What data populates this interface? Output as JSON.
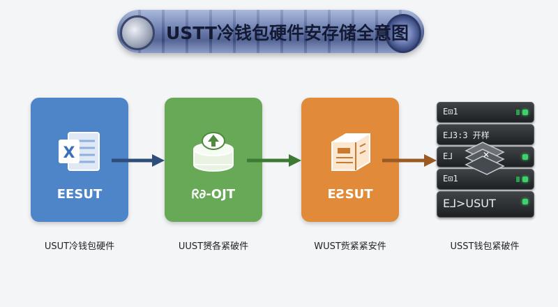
{
  "banner": {
    "title": "USTT冷钱包硬件安存储全意图"
  },
  "cards": [
    {
      "label": "EESUT",
      "caption": "USUT冷钱包硬件",
      "color": "#4e85c9"
    },
    {
      "label": "ᖇ∂-OJT",
      "caption": "UUST赟各紧破件",
      "color": "#67a957"
    },
    {
      "label": "EƧSUT",
      "caption": "WUST赀紧紧安件",
      "color": "#e08a3a"
    },
    {
      "label": "",
      "caption": "USST钱包紧破件",
      "color": "#2b2f33"
    }
  ],
  "server": {
    "slots": [
      "E⊡1",
      "E⅃3:3 开样",
      "E⅃",
      "E⊡1",
      "E⅃>USUT"
    ]
  },
  "arrows": [
    {
      "color": "#2e4d7a"
    },
    {
      "color": "#3f7a35"
    },
    {
      "color": "#9a5a24"
    }
  ]
}
